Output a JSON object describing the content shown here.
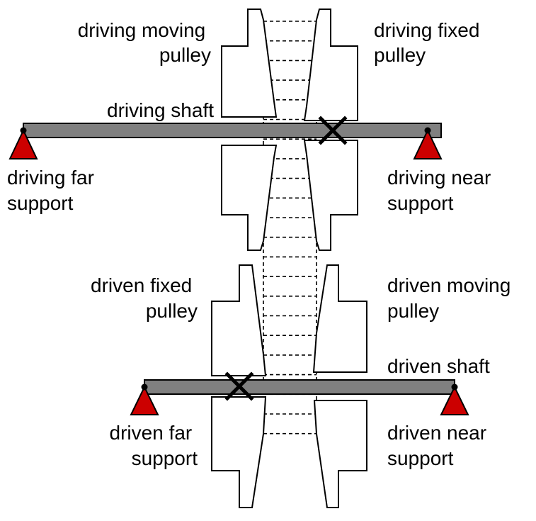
{
  "colors": {
    "shaft": "#808080",
    "support": "#cc0000",
    "outline": "#000000",
    "background": "#ffffff"
  },
  "labels": {
    "driving_moving_pulley": [
      "driving moving",
      "pulley"
    ],
    "driving_fixed_pulley": [
      "driving fixed",
      "pulley"
    ],
    "driving_shaft": "driving shaft",
    "driving_far_support": [
      "driving far",
      "support"
    ],
    "driving_near_support": [
      "driving near",
      "support"
    ],
    "driven_fixed_pulley": [
      "driven fixed",
      "pulley"
    ],
    "driven_moving_pulley": [
      "driven moving",
      "pulley"
    ],
    "driven_shaft": "driven shaft",
    "driven_far_support": [
      "driven far",
      "support"
    ],
    "driven_near_support": [
      "driven near",
      "support"
    ]
  }
}
